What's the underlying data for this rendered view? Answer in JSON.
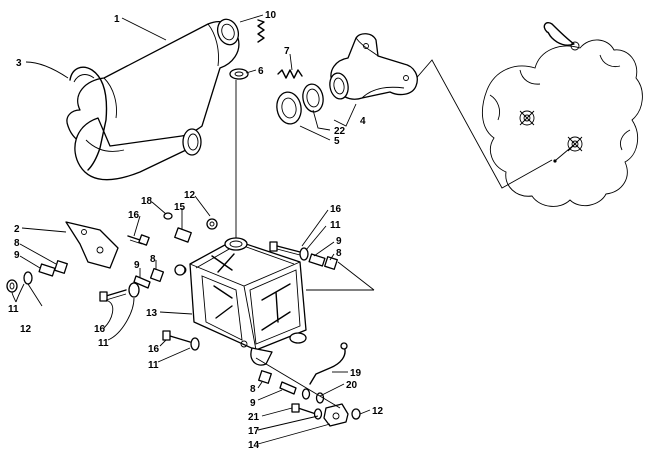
{
  "callouts": [
    {
      "id": "c1",
      "text": "1"
    },
    {
      "id": "c10",
      "text": "10"
    },
    {
      "id": "c3",
      "text": "3"
    },
    {
      "id": "c6",
      "text": "6"
    },
    {
      "id": "c7",
      "text": "7"
    },
    {
      "id": "c4",
      "text": "4"
    },
    {
      "id": "c22",
      "text": "22"
    },
    {
      "id": "c5",
      "text": "5"
    },
    {
      "id": "c2",
      "text": "2"
    },
    {
      "id": "c18",
      "text": "18"
    },
    {
      "id": "c12a",
      "text": "12"
    },
    {
      "id": "c15",
      "text": "15"
    },
    {
      "id": "c16a",
      "text": "16"
    },
    {
      "id": "c16b",
      "text": "16"
    },
    {
      "id": "c11a",
      "text": "11"
    },
    {
      "id": "c9a",
      "text": "9"
    },
    {
      "id": "c8a",
      "text": "8"
    },
    {
      "id": "c8b",
      "text": "8"
    },
    {
      "id": "c9b",
      "text": "9"
    },
    {
      "id": "c9c",
      "text": "9"
    },
    {
      "id": "c8c",
      "text": "8"
    },
    {
      "id": "c11b",
      "text": "11"
    },
    {
      "id": "c12b",
      "text": "12"
    },
    {
      "id": "c16c",
      "text": "16"
    },
    {
      "id": "c11c",
      "text": "11"
    },
    {
      "id": "c13",
      "text": "13"
    },
    {
      "id": "c16d",
      "text": "16"
    },
    {
      "id": "c11d",
      "text": "11"
    },
    {
      "id": "c19",
      "text": "19"
    },
    {
      "id": "c8d",
      "text": "8"
    },
    {
      "id": "c20",
      "text": "20"
    },
    {
      "id": "c9d",
      "text": "9"
    },
    {
      "id": "c12c",
      "text": "12"
    },
    {
      "id": "c21",
      "text": "21"
    },
    {
      "id": "c17",
      "text": "17"
    },
    {
      "id": "c14",
      "text": "14"
    }
  ]
}
